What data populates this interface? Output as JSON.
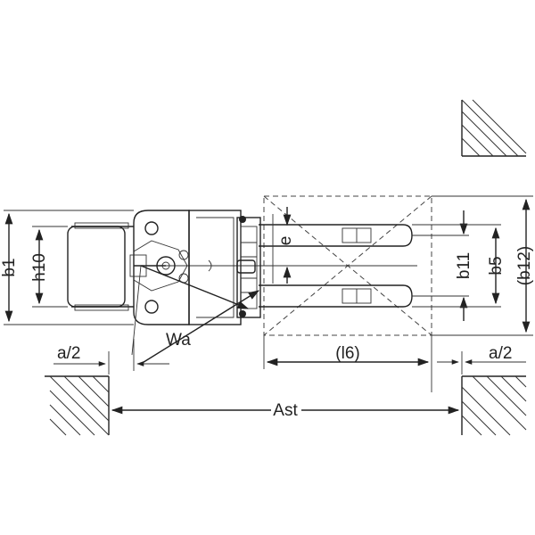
{
  "labels": {
    "b1": "b1",
    "h10": "h10",
    "wa": "Wa",
    "a2_left": "a/2",
    "a2_right": "a/2",
    "l6": "(l6)",
    "ast": "Ast",
    "e": "e",
    "b11": "b11",
    "b5": "b5",
    "b12": "(b12)"
  }
}
